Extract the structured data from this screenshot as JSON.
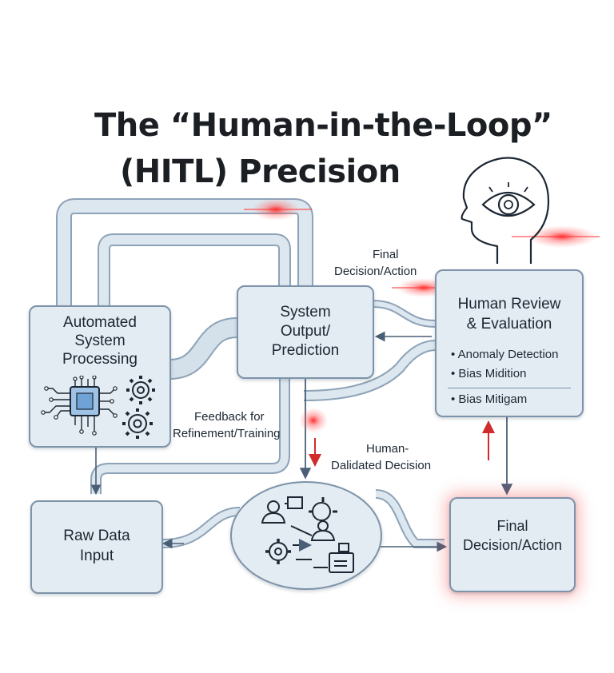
{
  "title": {
    "line1": "The “Human-in-the-Loop”",
    "line2": "(HITL) Precision"
  },
  "nodes": {
    "automated": {
      "line1": "Automated",
      "line2": "System",
      "line3": "Processing"
    },
    "system_output": {
      "line1": "System",
      "line2": "Output/",
      "line3": "Prediction"
    },
    "human_review": {
      "line1": "Human Review",
      "line2": "& Evaluation",
      "bullets": [
        "• Anomaly Detection",
        "• Bias Midition",
        "• Bias Mitigam"
      ]
    },
    "raw_data": {
      "line1": "Raw Data",
      "line2": "Input"
    },
    "final": {
      "line1": "Final",
      "line2": "Decision/Action"
    }
  },
  "labels": {
    "final_top_1": "Final",
    "final_top_2": "Decision/Action",
    "feedback_1": "Feedback for",
    "feedback_2": "Refinement/Training",
    "validated_1": "Human-",
    "validated_2": "Dalidated Decision"
  },
  "icons": [
    "chip-icon",
    "gear-icon",
    "human-head-icon",
    "eye-icon",
    "people-icon",
    "folder-icon"
  ],
  "colors": {
    "box_fill": "#e4ecf3",
    "box_stroke": "#7d93a9",
    "pipe_fill": "#dde7ef",
    "arrow": "#4a5f75",
    "accent_red": "#d22b2b"
  }
}
